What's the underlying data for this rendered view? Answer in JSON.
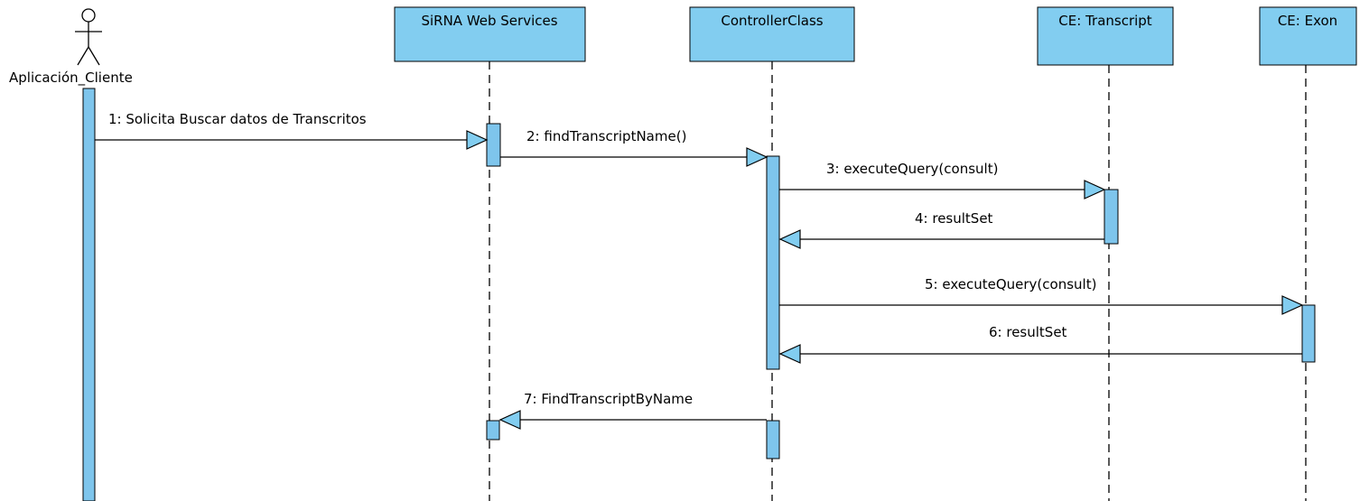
{
  "actor": {
    "name": "Aplicación_Cliente"
  },
  "participants": [
    {
      "id": "sirna",
      "label": "SiRNA Web Services"
    },
    {
      "id": "controller",
      "label": "ControllerClass"
    },
    {
      "id": "transcript",
      "label": "CE: Transcript"
    },
    {
      "id": "exon",
      "label": "CE: Exon"
    }
  ],
  "messages": [
    {
      "from": "actor",
      "to": "sirna",
      "label": "1: Solicita Buscar datos de Transcritos"
    },
    {
      "from": "sirna",
      "to": "controller",
      "label": "2: findTranscriptName()"
    },
    {
      "from": "controller",
      "to": "transcript",
      "label": "3: executeQuery(consult)"
    },
    {
      "from": "transcript",
      "to": "controller",
      "label": "4: resultSet"
    },
    {
      "from": "controller",
      "to": "exon",
      "label": "5: executeQuery(consult)"
    },
    {
      "from": "exon",
      "to": "controller",
      "label": "6: resultSet"
    },
    {
      "from": "controller",
      "to": "sirna",
      "label": "7: FindTranscriptByName"
    }
  ],
  "colors": {
    "fill": "#82cdf0",
    "line": "#000000"
  }
}
